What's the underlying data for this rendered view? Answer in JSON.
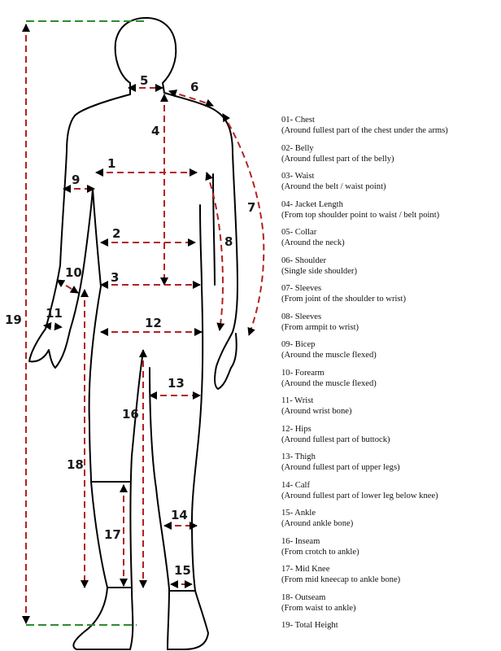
{
  "diagram": {
    "markers": [
      "1",
      "2",
      "3",
      "4",
      "5",
      "6",
      "7",
      "8",
      "9",
      "10",
      "11",
      "12",
      "13",
      "14",
      "15",
      "16",
      "17",
      "18",
      "19"
    ]
  },
  "legend": [
    {
      "title": "01- Chest",
      "note": "(Around fullest part of the chest under the arms)"
    },
    {
      "title": "02- Belly",
      "note": "(Around fullest part of the belly)"
    },
    {
      "title": "03- Waist",
      "note": "(Around the belt / waist point)"
    },
    {
      "title": "04- Jacket Length",
      "note": "(From top shoulder point to waist / belt point)"
    },
    {
      "title": "05- Collar",
      "note": "(Around the neck)"
    },
    {
      "title": "06- Shoulder",
      "note": "(Single side shoulder)"
    },
    {
      "title": "07- Sleeves",
      "note": "(From joint of the shoulder to wrist)"
    },
    {
      "title": "08- Sleeves",
      "note": "(From armpit to wrist)"
    },
    {
      "title": "09- Bicep",
      "note": "(Around the muscle flexed)"
    },
    {
      "title": "10- Forearm",
      "note": "(Around the muscle flexed)"
    },
    {
      "title": "11- Wrist",
      "note": "(Around wrist bone)"
    },
    {
      "title": "12- Hips",
      "note": "(Around fullest part of buttock)"
    },
    {
      "title": "13- Thigh",
      "note": "(Around fullest part of upper legs)"
    },
    {
      "title": "14- Calf",
      "note": "(Around fullest part of lower leg below knee)"
    },
    {
      "title": "15- Ankle",
      "note": "(Around ankle bone)"
    },
    {
      "title": "16- Inseam",
      "note": "(From crotch to ankle)"
    },
    {
      "title": "17- Mid Knee",
      "note": "(From mid kneecap to ankle bone)"
    },
    {
      "title": "18- Outseam",
      "note": "(From waist to ankle)"
    },
    {
      "title": "19- Total Height",
      "note": ""
    }
  ],
  "colors": {
    "measure": "#b22222",
    "height_guide": "#2e8b2e",
    "outline": "#000000"
  }
}
